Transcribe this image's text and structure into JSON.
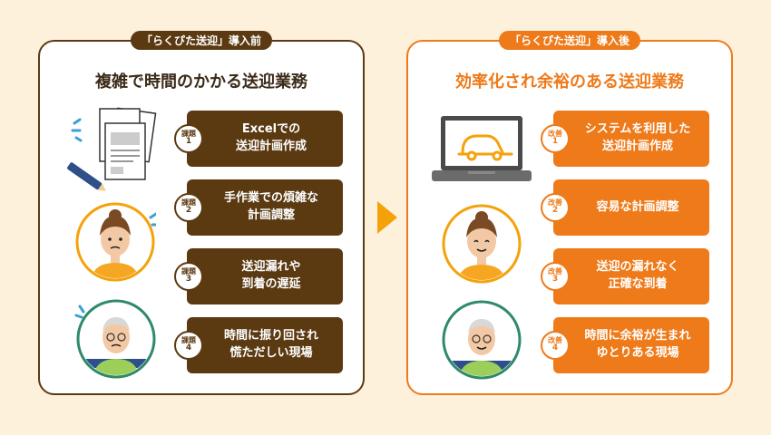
{
  "before": {
    "tag": "「らくぴた送迎」導入前",
    "title": "複雑で時間のかかる送迎業務",
    "badge_label": "課題",
    "items": [
      {
        "num": "1",
        "text": "Excelでの\n送迎計画作成"
      },
      {
        "num": "2",
        "text": "手作業での煩雑な\n計画調整"
      },
      {
        "num": "3",
        "text": "送迎漏れや\n到着の遅延"
      },
      {
        "num": "4",
        "text": "時間に振り回され\n慌ただしい現場"
      }
    ]
  },
  "after": {
    "tag": "「らくぴた送迎」導入後",
    "title": "効率化され余裕のある送迎業務",
    "badge_label": "改善",
    "items": [
      {
        "num": "1",
        "text": "システムを利用した\n送迎計画作成"
      },
      {
        "num": "2",
        "text": "容易な計画調整"
      },
      {
        "num": "3",
        "text": "送迎の漏れなく\n正確な到着"
      },
      {
        "num": "4",
        "text": "時間に余裕が生まれ\nゆとりある現場"
      }
    ]
  },
  "colors": {
    "before": "#5b3a12",
    "after": "#ee7a1a",
    "arrow": "#f5a20a",
    "background": "#fdf1dc"
  }
}
